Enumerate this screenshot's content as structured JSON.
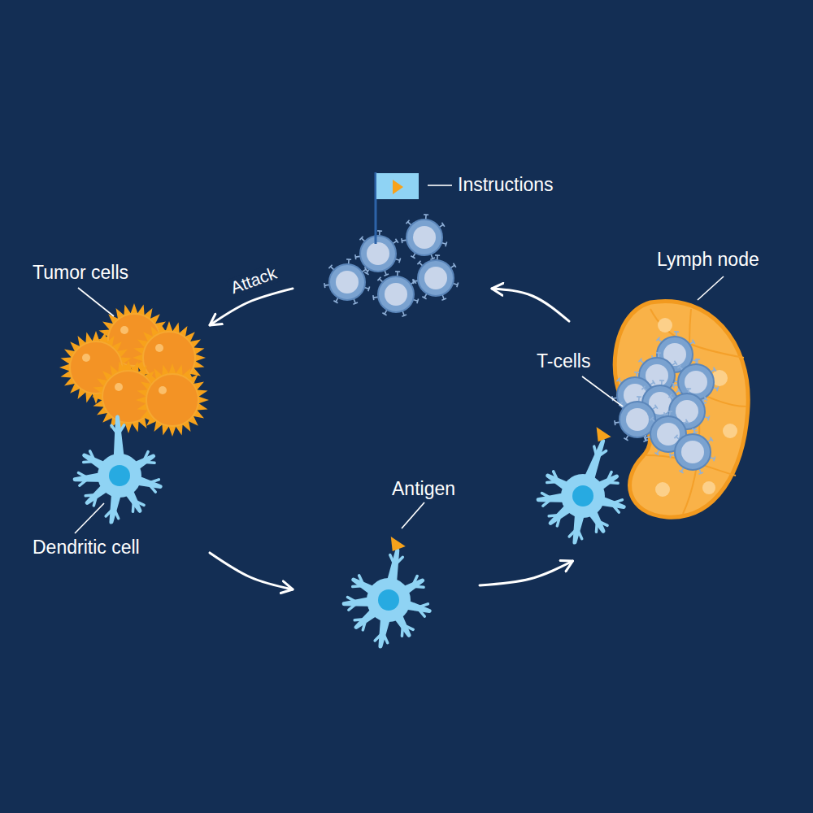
{
  "diagram": {
    "nodes": [
      {
        "text": [
          "Instructions"
        ]
      },
      {
        "text": [
          "Tumor cells"
        ]
      },
      {
        "text": [
          "Lymph node"
        ]
      },
      {
        "text": [
          "T-cells"
        ],
        "in": 2
      },
      {
        "text": [
          "Dendritic cell"
        ]
      },
      {
        "text": [
          "Antigen"
        ]
      }
    ],
    "edges": [
      {
        "from": 4,
        "to": 5,
        "arrow": "to"
      },
      {
        "from": 5,
        "to": 2,
        "arrow": "to"
      },
      {
        "from": 2,
        "to": 0,
        "arrow": "to"
      },
      {
        "from": 0,
        "to": 1,
        "arrow": "to",
        "label": "Attack"
      }
    ]
  }
}
